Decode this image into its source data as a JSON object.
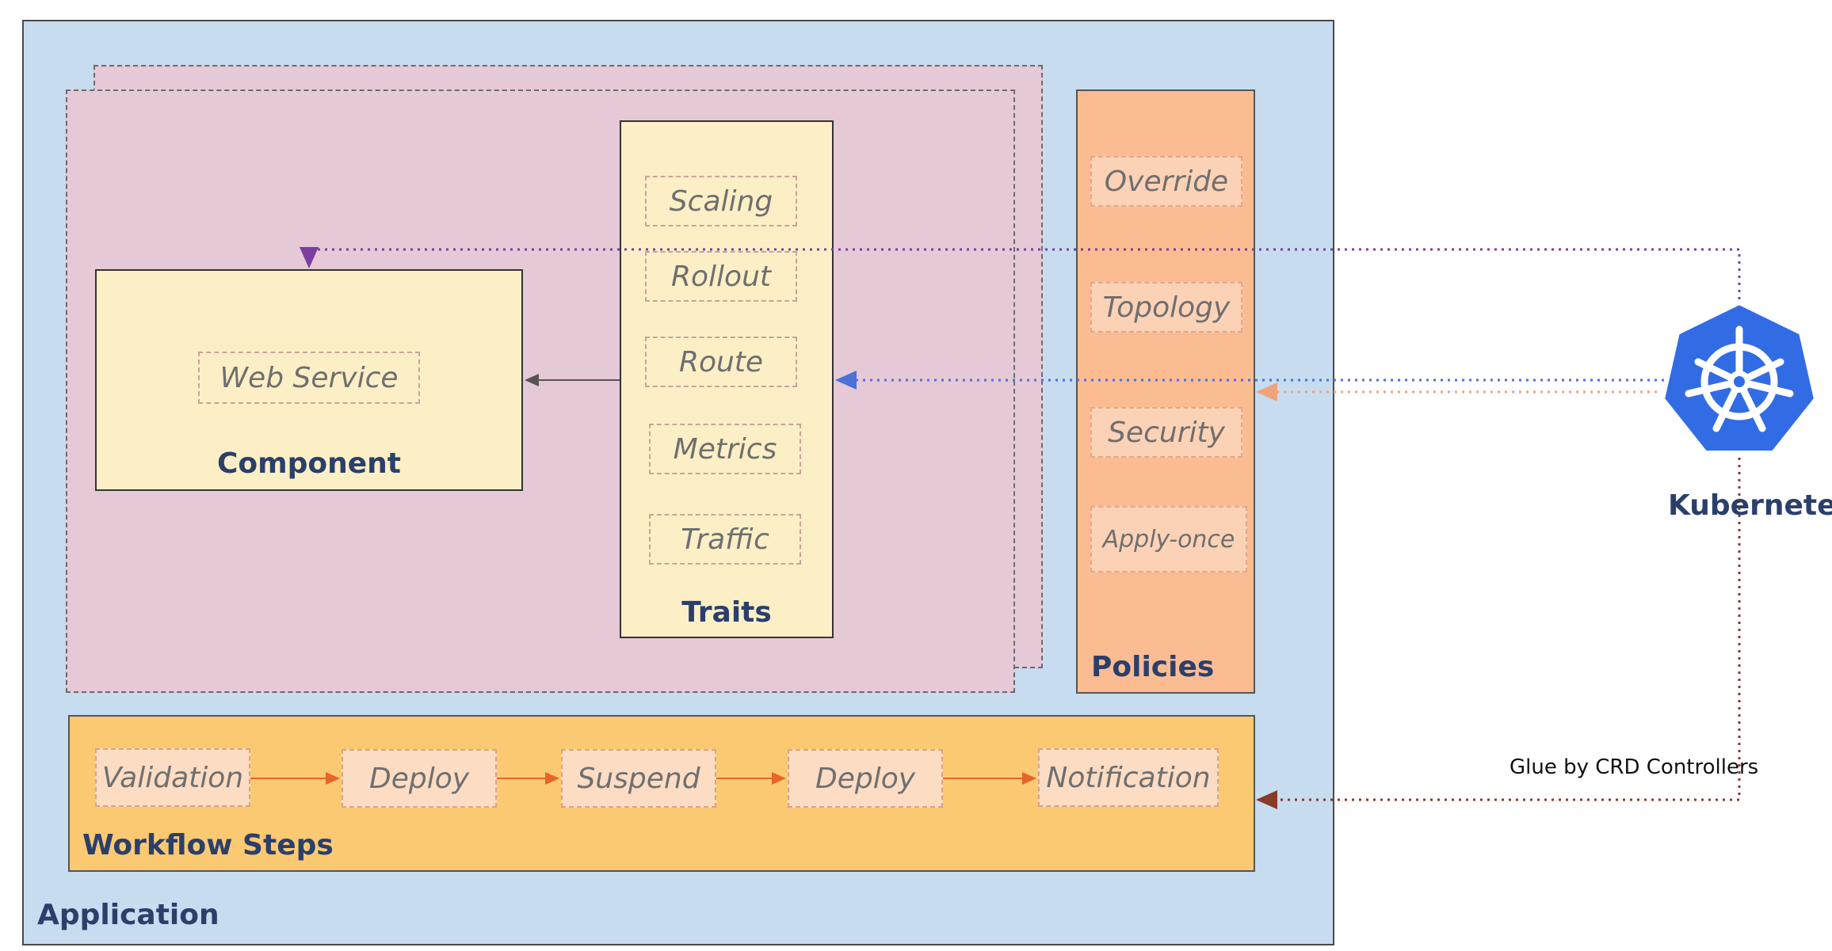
{
  "application": {
    "label": "Application"
  },
  "component": {
    "label": "Component",
    "item": "Web Service"
  },
  "traits": {
    "label": "Traits",
    "items": [
      "Scaling",
      "Rollout",
      "Route",
      "Metrics",
      "Traffic"
    ]
  },
  "policies": {
    "label": "Policies",
    "items": [
      "Override",
      "Topology",
      "Security",
      "Apply-once"
    ]
  },
  "workflow": {
    "label": "Workflow Steps",
    "steps": [
      "Validation",
      "Deploy",
      "Suspend",
      "Deploy",
      "Notification"
    ]
  },
  "kubernetes": {
    "label": "Kubernetes",
    "icon": "kubernetes-helm-wheel-icon",
    "color": "#326ce5"
  },
  "glue_note": "Glue by CRD Controllers",
  "colors": {
    "application_bg": "#c7dcef",
    "component_stack_bg": "#e6c9d6",
    "component_bg": "#fcefc6",
    "policies_bg": "#fbbc92",
    "workflow_bg": "#fbc972",
    "title_text": "#2b3f6b"
  }
}
